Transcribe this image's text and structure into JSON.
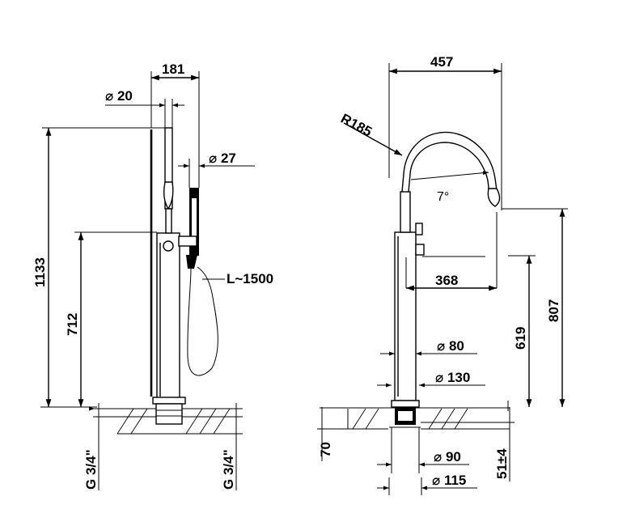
{
  "left_view": {
    "dim_width": "181",
    "dim_diameter_pipe": "⌀ 20",
    "dim_diameter_handshower": "⌀ 27",
    "dim_height_total": "1133",
    "dim_height_body": "712",
    "dim_hose_length": "L~1500",
    "thread_left": "G 3/4\"",
    "thread_right": "G 3/4\""
  },
  "right_view": {
    "dim_reach": "457",
    "dim_radius": "R185",
    "dim_angle": "7°",
    "dim_spout_reach": "368",
    "dim_height_outlet": "807",
    "dim_height_lower": "619",
    "dim_diameter_body": "⌀ 80",
    "dim_diameter_base": "⌀ 130",
    "dim_floor_depth": "70",
    "dim_tolerance": "51±4",
    "dim_diameter_90": "⌀ 90",
    "dim_diameter_115": "⌀ 115"
  }
}
